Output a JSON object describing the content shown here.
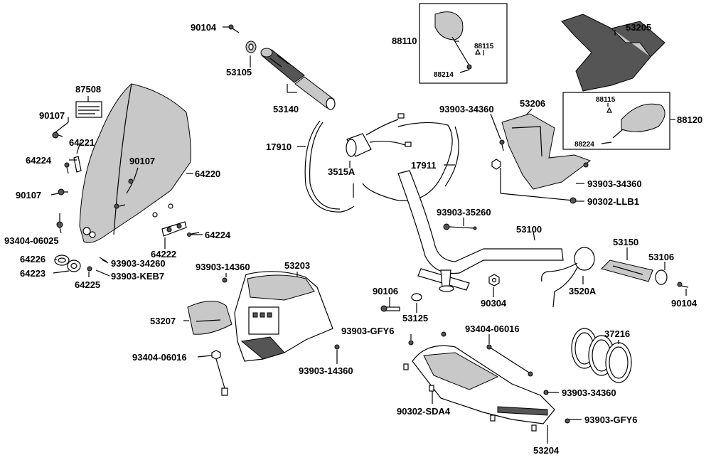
{
  "labels": {
    "l90104a": "90104",
    "l53105": "53105",
    "l53140": "53140",
    "l88110": "88110",
    "l88115a": "88115",
    "l88214": "88214",
    "l53205": "53205",
    "l87508": "87508",
    "l90107a": "90107",
    "l64221": "64221",
    "l64224a": "64224",
    "l90107b": "90107",
    "l64220": "64220",
    "l90107c": "90107",
    "l93404a": "93404-06025",
    "l64226": "64226",
    "l64223": "64223",
    "l64225": "64225",
    "l64222": "64222",
    "l64224b": "64224",
    "l93903_34260": "93903-34260",
    "l93903_keb7": "93903-KEB7",
    "l17910": "17910",
    "l3515a": "3515A",
    "l17911": "17911",
    "l93903_34360a": "93903-34360",
    "l53206": "53206",
    "l88115b": "88115",
    "l88224": "88224",
    "l88120": "88120",
    "l93903_34360b": "93903-34360",
    "l90302_llb1": "90302-LLB1",
    "l93903_35260": "93903-35260",
    "l53100": "53100",
    "l53150": "53150",
    "l53106": "53106",
    "l3520a": "3520A",
    "l90104b": "90104",
    "l93903_14360a": "93903-14360",
    "l53203": "53203",
    "l90106": "90106",
    "l53125": "53125",
    "l90304": "90304",
    "l53207": "53207",
    "l93903_gfy6a": "93903-GFY6",
    "l93404_06016a": "93404-06016",
    "l37216": "37216",
    "l93404_06016b": "93404-06016",
    "l93903_14360b": "93903-14360",
    "l93903_34360c": "93903-34360",
    "l90302_sda4": "90302-SDA4",
    "l93903_gfy6b": "93903-GFY6",
    "l53204": "53204"
  }
}
